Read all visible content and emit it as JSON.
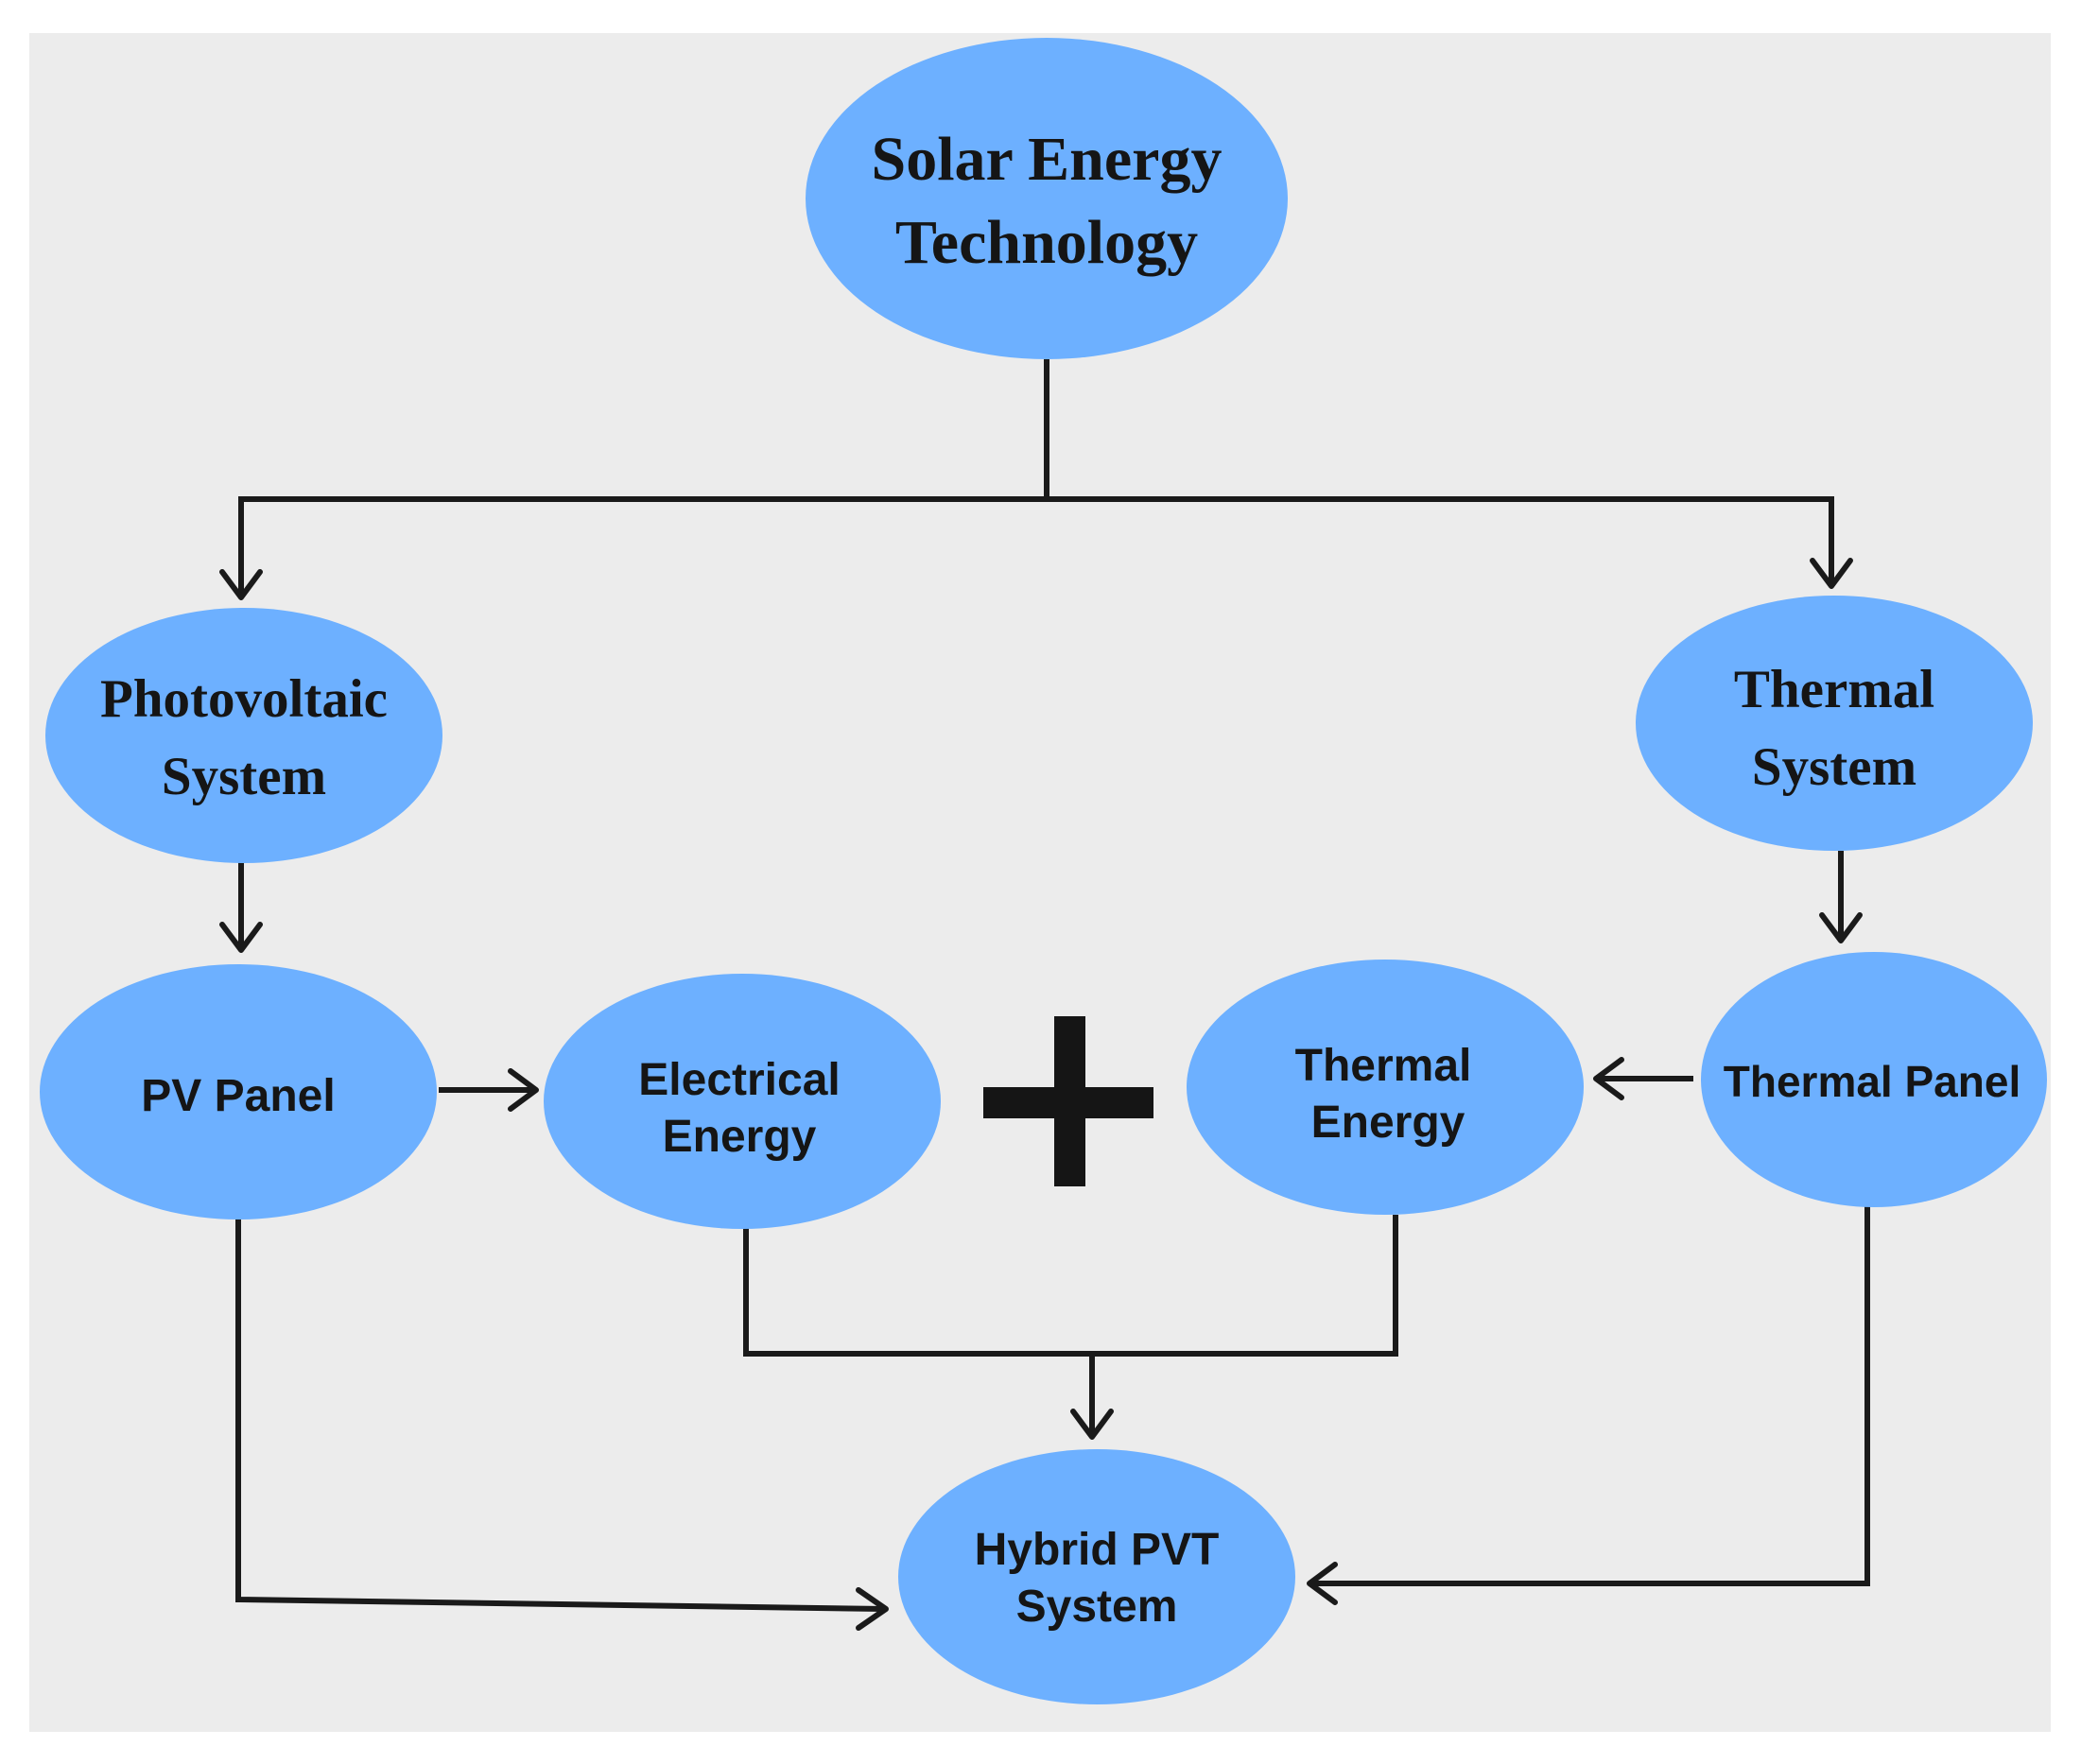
{
  "diagram": {
    "node_color": "#6db0ff",
    "panel_color": "#ececec",
    "nodes": {
      "solar_energy_technology": {
        "line1": "Solar Energy",
        "line2": "Technology"
      },
      "photovoltaic_system": {
        "line1": "Photovoltaic",
        "line2": "System"
      },
      "thermal_system": {
        "line1": "Thermal",
        "line2": "System"
      },
      "pv_panel": {
        "line1": "PV Panel"
      },
      "electrical_energy": {
        "line1": "Electrical",
        "line2": "Energy"
      },
      "thermal_energy": {
        "line1": "Thermal",
        "line2": "Energy"
      },
      "thermal_panel": {
        "line1": "Thermal Panel"
      },
      "hybrid_pvt_system": {
        "line1": "Hybrid PVT",
        "line2": "System"
      }
    },
    "operator_symbol": "plus-icon"
  }
}
